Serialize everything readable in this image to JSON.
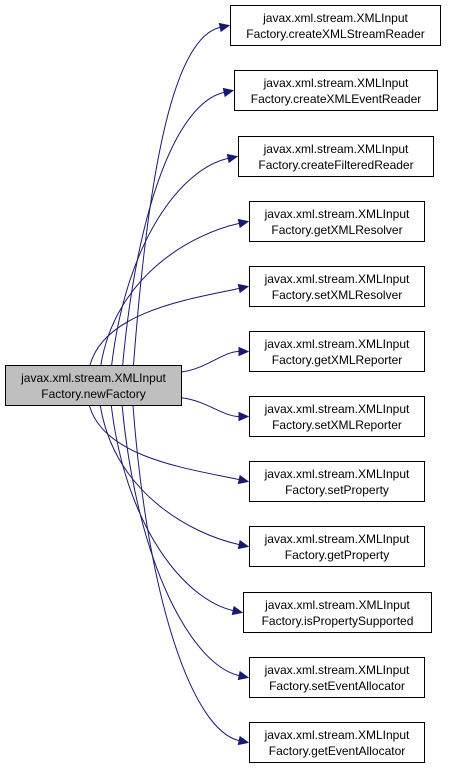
{
  "colors": {
    "edge": "#191970",
    "source_fill": "#bfbfbf",
    "node_fill": "#ffffff",
    "border": "#000000"
  },
  "source": {
    "line1": "javax.xml.stream.XMLInput",
    "line2": "Factory.newFactory"
  },
  "targets": [
    {
      "line1": "javax.xml.stream.XMLInput",
      "line2": "Factory.createXMLStreamReader"
    },
    {
      "line1": "javax.xml.stream.XMLInput",
      "line2": "Factory.createXMLEventReader"
    },
    {
      "line1": "javax.xml.stream.XMLInput",
      "line2": "Factory.createFilteredReader"
    },
    {
      "line1": "javax.xml.stream.XMLInput",
      "line2": "Factory.getXMLResolver"
    },
    {
      "line1": "javax.xml.stream.XMLInput",
      "line2": "Factory.setXMLResolver"
    },
    {
      "line1": "javax.xml.stream.XMLInput",
      "line2": "Factory.getXMLReporter"
    },
    {
      "line1": "javax.xml.stream.XMLInput",
      "line2": "Factory.setXMLReporter"
    },
    {
      "line1": "javax.xml.stream.XMLInput",
      "line2": "Factory.setProperty"
    },
    {
      "line1": "javax.xml.stream.XMLInput",
      "line2": "Factory.getProperty"
    },
    {
      "line1": "javax.xml.stream.XMLInput",
      "line2": "Factory.isPropertySupported"
    },
    {
      "line1": "javax.xml.stream.XMLInput",
      "line2": "Factory.setEventAllocator"
    },
    {
      "line1": "javax.xml.stream.XMLInput",
      "line2": "Factory.getEventAllocator"
    }
  ]
}
